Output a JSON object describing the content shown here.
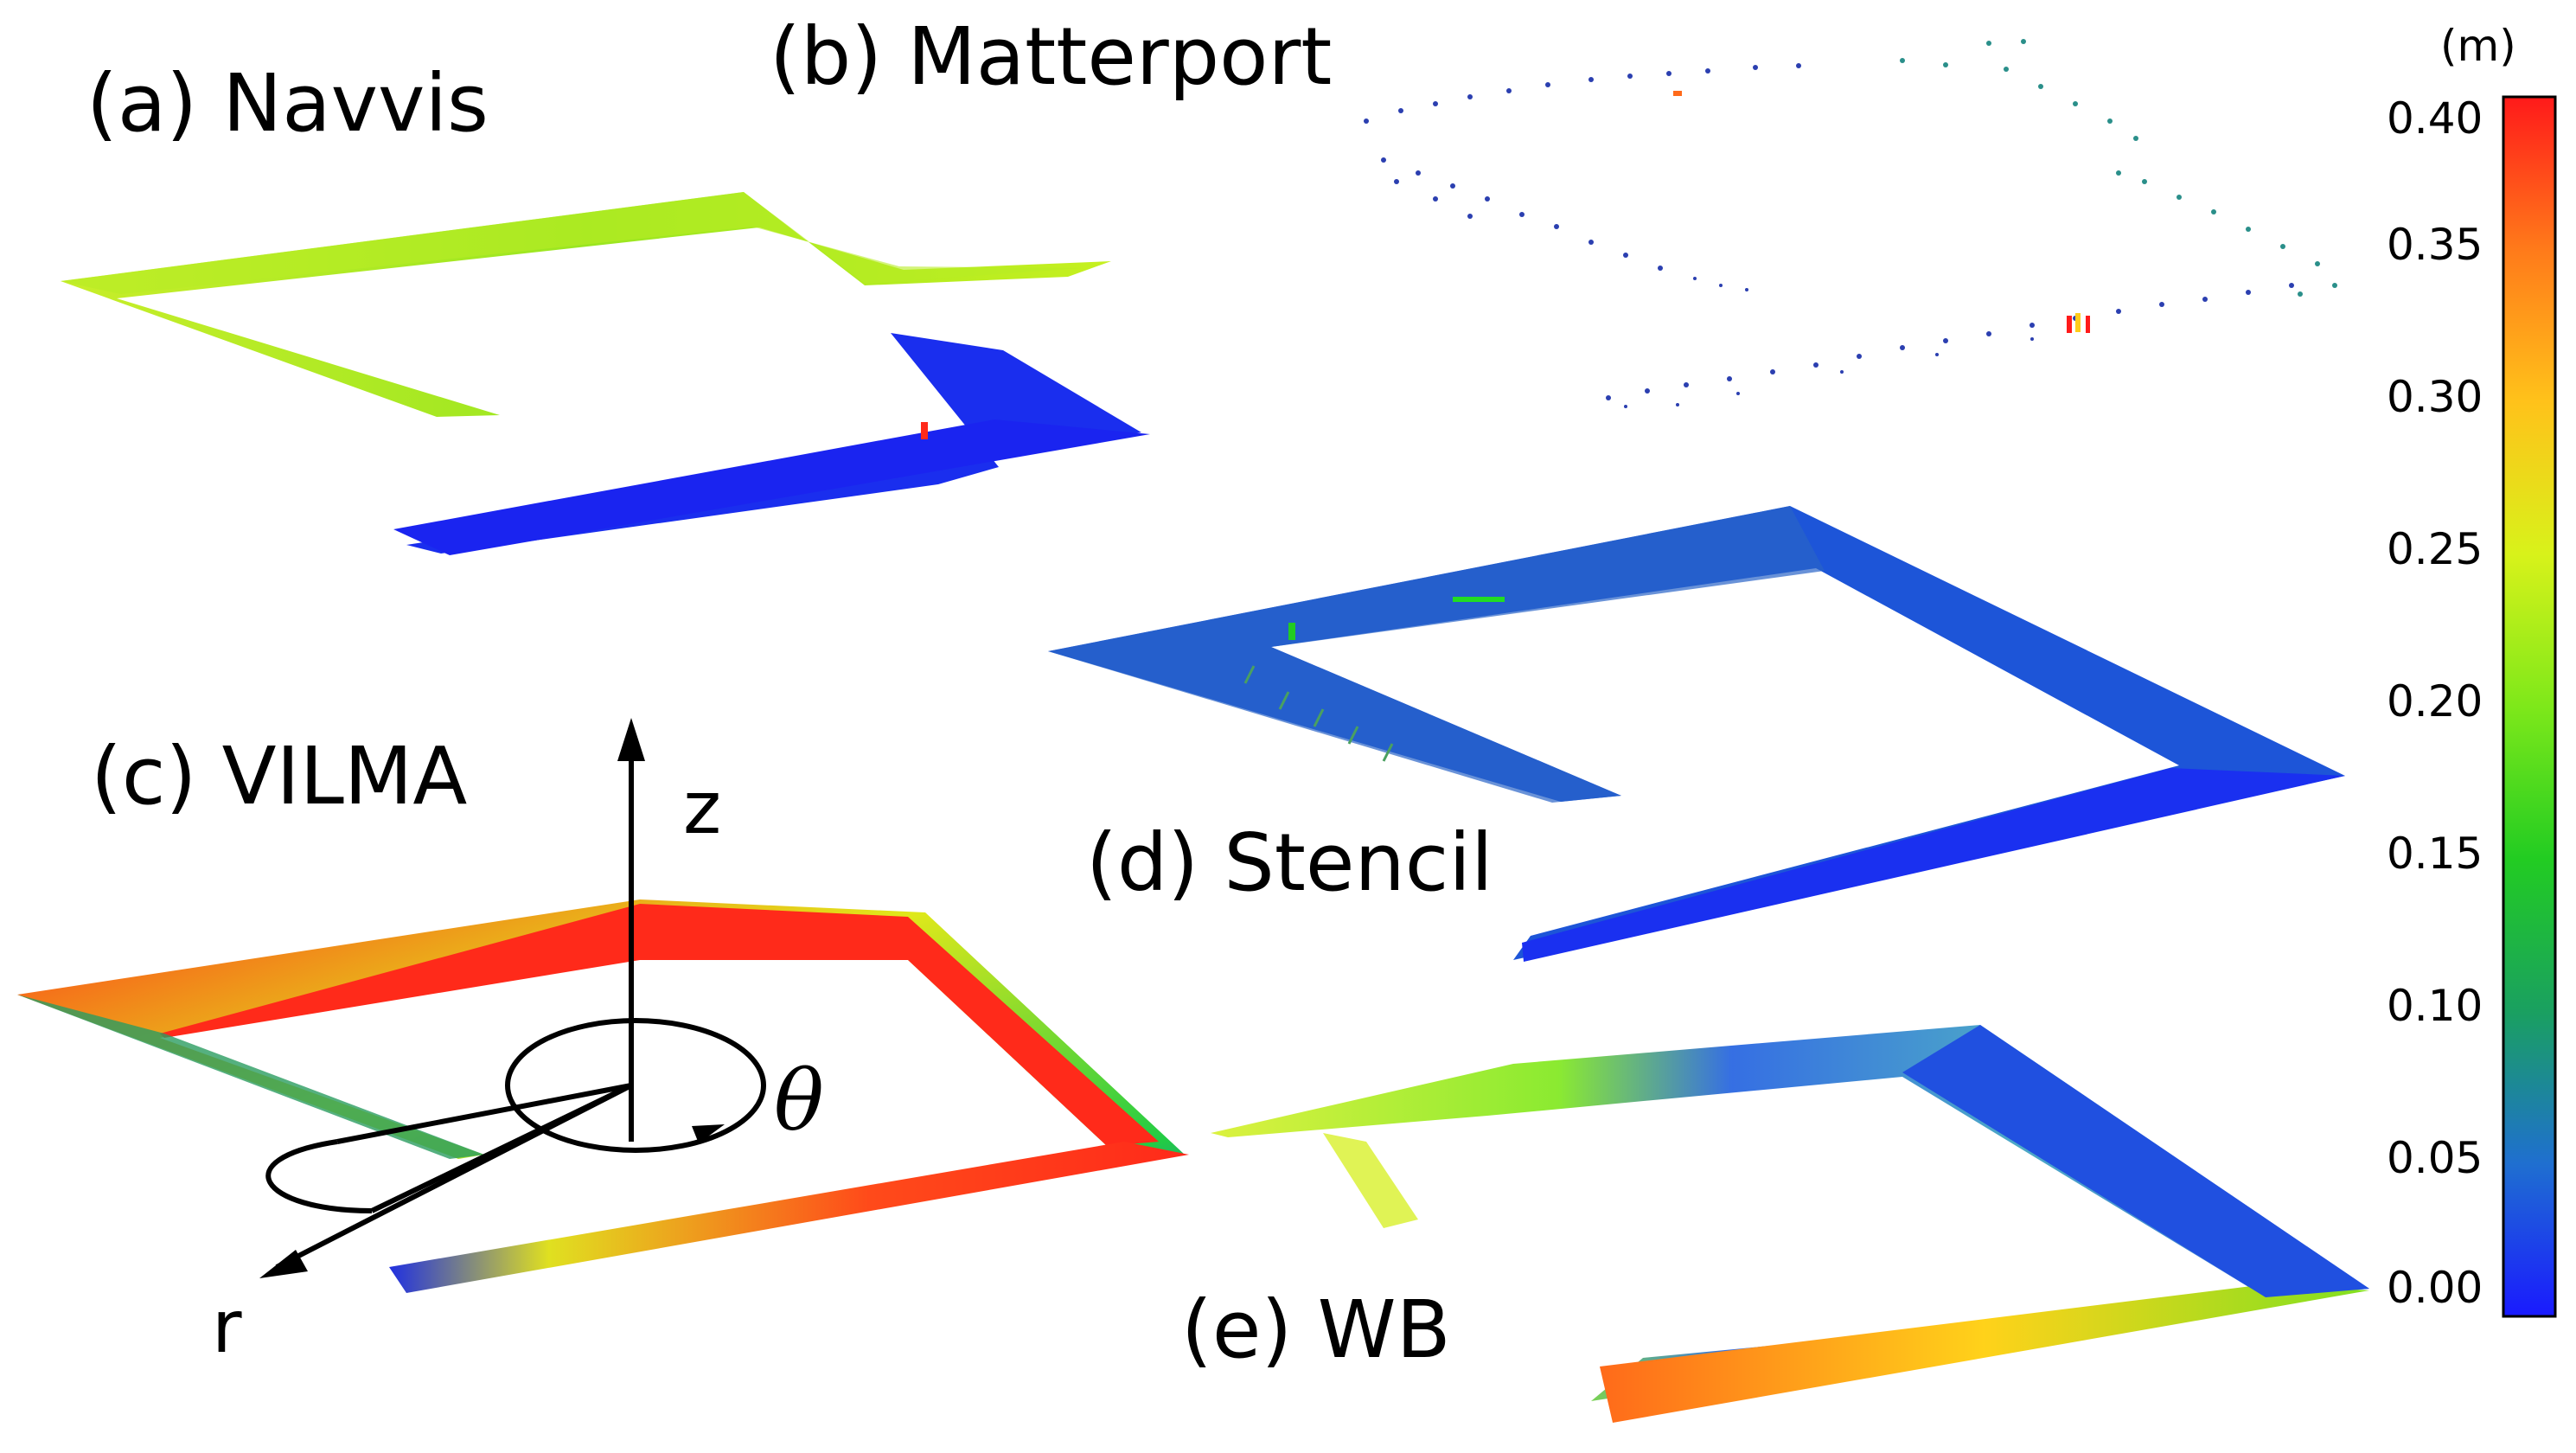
{
  "panels": {
    "a": {
      "label": "(a) Navvis"
    },
    "b": {
      "label": "(b) Matterport"
    },
    "c": {
      "label": "(c) VILMA"
    },
    "d": {
      "label": "(d) Stencil"
    },
    "e": {
      "label": "(e) WB"
    }
  },
  "axes": {
    "z": "z",
    "r": "r",
    "theta": "θ"
  },
  "colorbar": {
    "unit": "(m)",
    "ticks": [
      "0.40",
      "0.35",
      "0.30",
      "0.25",
      "0.20",
      "0.15",
      "0.10",
      "0.05",
      "0.00"
    ],
    "colors": {
      "0.00": "#1a1aff",
      "0.05": "#1f6fd0",
      "0.10": "#1aa060",
      "0.15": "#22cc22",
      "0.20": "#7ee81a",
      "0.25": "#d8f21a",
      "0.30": "#ffc21a",
      "0.35": "#ff7a1a",
      "0.40": "#ff1a1a"
    }
  }
}
